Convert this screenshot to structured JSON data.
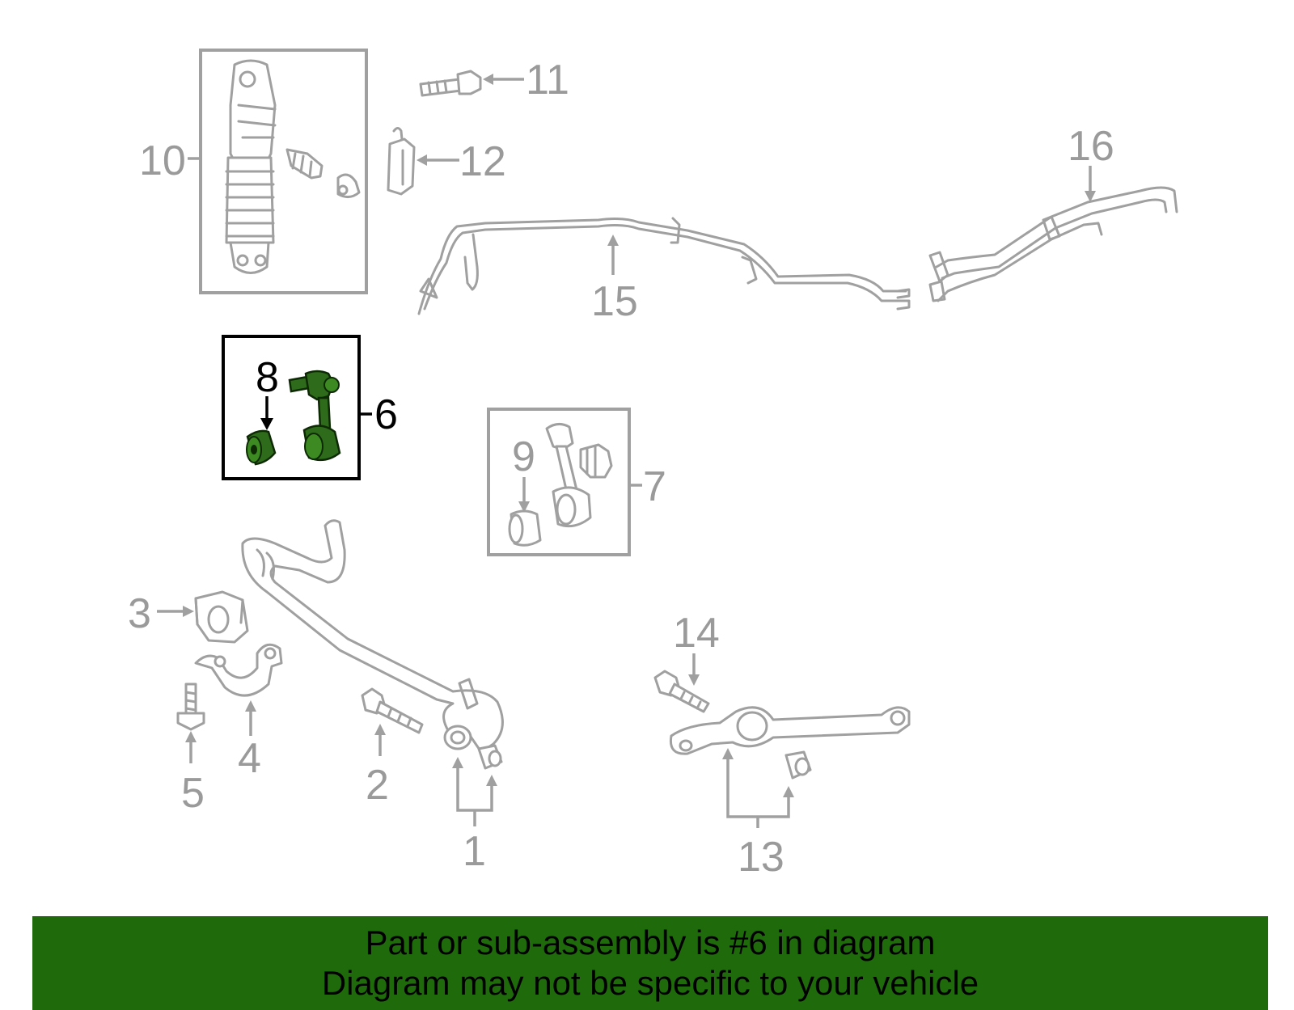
{
  "callouts": {
    "c1": "1",
    "c2": "2",
    "c3": "3",
    "c4": "4",
    "c5": "5",
    "c6": "6",
    "c7": "7",
    "c8": "8",
    "c9": "9",
    "c10": "10",
    "c11": "11",
    "c12": "12",
    "c13": "13",
    "c14": "14",
    "c15": "15",
    "c16": "16"
  },
  "highlight": {
    "part": "6",
    "color": "#1f6b0c"
  },
  "banner": {
    "line1": "Part or sub-assembly is #6 in diagram",
    "line2": "Diagram may not be specific to your vehicle"
  }
}
